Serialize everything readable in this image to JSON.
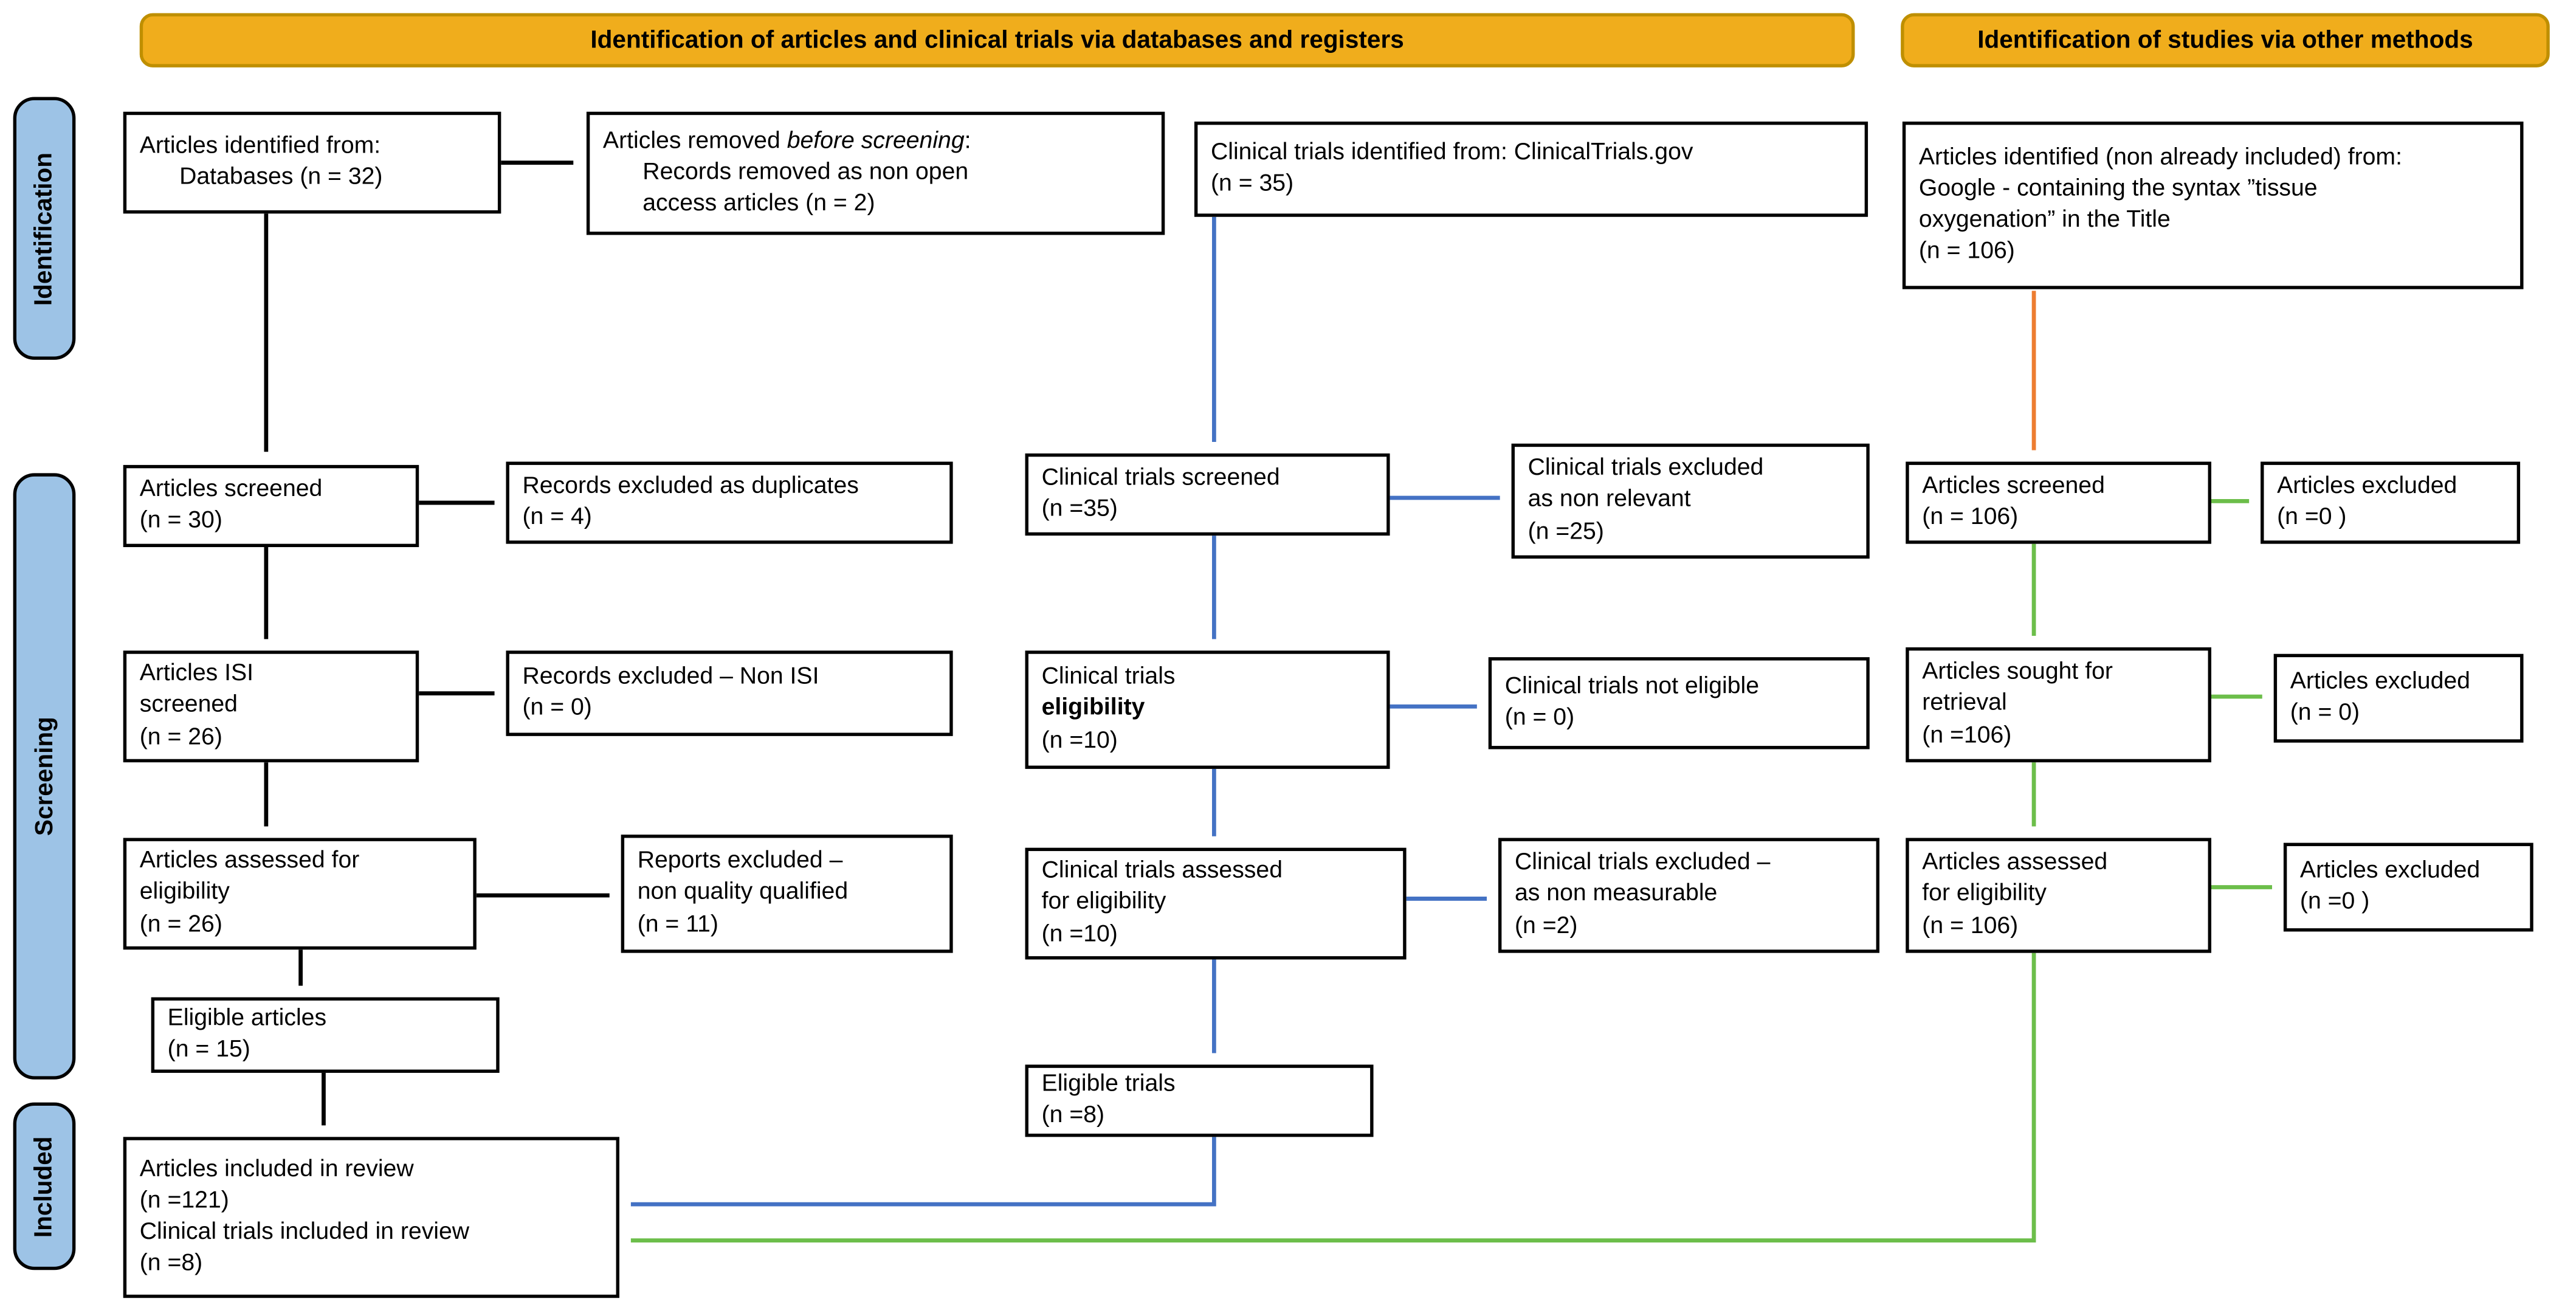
{
  "headers": {
    "databases_registers": "Identification of articles and clinical trials via databases and registers",
    "other_methods": "Identification of studies via other methods"
  },
  "stages": {
    "identification": "Identification",
    "screening": "Screening",
    "included": "Included"
  },
  "colors": {
    "header_fill": "#F0AD1C",
    "header_border": "#BF8F00",
    "stage_fill": "#9DC3E6",
    "box_border": "#000000",
    "arrow_black": "#000000",
    "arrow_blue": "#4472C4",
    "arrow_green": "#6CBE4A",
    "arrow_orange": "#ED7D31"
  },
  "nodes": {
    "articles_identified": {
      "text": "Articles identified from:\n      Databases (n = 32)"
    },
    "removed_before_screening": {
      "prefix": "Articles removed ",
      "italic": "before screening",
      "suffix": ":\n      Records removed as non open\n      access articles (n = 2)"
    },
    "articles_screened": {
      "text": "Articles screened\n(n = 30)"
    },
    "records_excluded_duplicates": {
      "text": "Records excluded as duplicates\n(n = 4)"
    },
    "articles_isi_screened": {
      "text": "Articles ISI\nscreened\n(n = 26)"
    },
    "records_excluded_non_isi": {
      "text": "Records excluded – Non ISI\n(n = 0)"
    },
    "articles_assessed": {
      "text": "Articles assessed for\neligibility\n(n = 26)"
    },
    "reports_excluded": {
      "text": "Reports excluded –\nnon quality qualified\n(n = 11)"
    },
    "eligible_articles": {
      "text": "Eligible articles\n(n = 15)"
    },
    "included_in_review": {
      "text": "Articles included in review\n(n =121)\nClinical trials included in review\n(n =8)"
    },
    "ct_identified": {
      "text": "Clinical trials identified from: ClinicalTrials.gov\n(n = 35)"
    },
    "ct_screened": {
      "text": "Clinical trials screened\n(n =35)"
    },
    "ct_excluded_non_relevant": {
      "text": "Clinical trials excluded\nas non relevant\n(n =25)"
    },
    "ct_eligibility": {
      "line": "Clinical trials",
      "bold": "eligibility",
      "suffix": "\n(n =10)"
    },
    "ct_not_eligible": {
      "text": "Clinical trials not eligible\n(n = 0)"
    },
    "ct_assessed": {
      "text": "Clinical trials assessed\nfor eligibility\n(n =10)"
    },
    "ct_excluded_non_measurable": {
      "text": "Clinical trials excluded –\nas non measurable\n(n =2)"
    },
    "eligible_trials": {
      "text": "Eligible trials\n(n =8)"
    },
    "g_identified": {
      "text": "Articles identified (non already included) from:\nGoogle - containing the syntax ”tissue\noxygenation” in the Title\n(n = 106)"
    },
    "g_screened": {
      "text": "Articles screened\n(n = 106)"
    },
    "g_excluded_screened": {
      "text": "Articles excluded\n(n =0 )"
    },
    "g_sought": {
      "text": "Articles sought for\nretrieval\n(n =106)"
    },
    "g_excluded_retrieval": {
      "text": "Articles excluded\n(n = 0)"
    },
    "g_assessed": {
      "text": "Articles assessed\nfor eligibility\n(n = 106)"
    },
    "g_excluded_assessed": {
      "text": "Articles excluded\n(n =0 )"
    }
  }
}
